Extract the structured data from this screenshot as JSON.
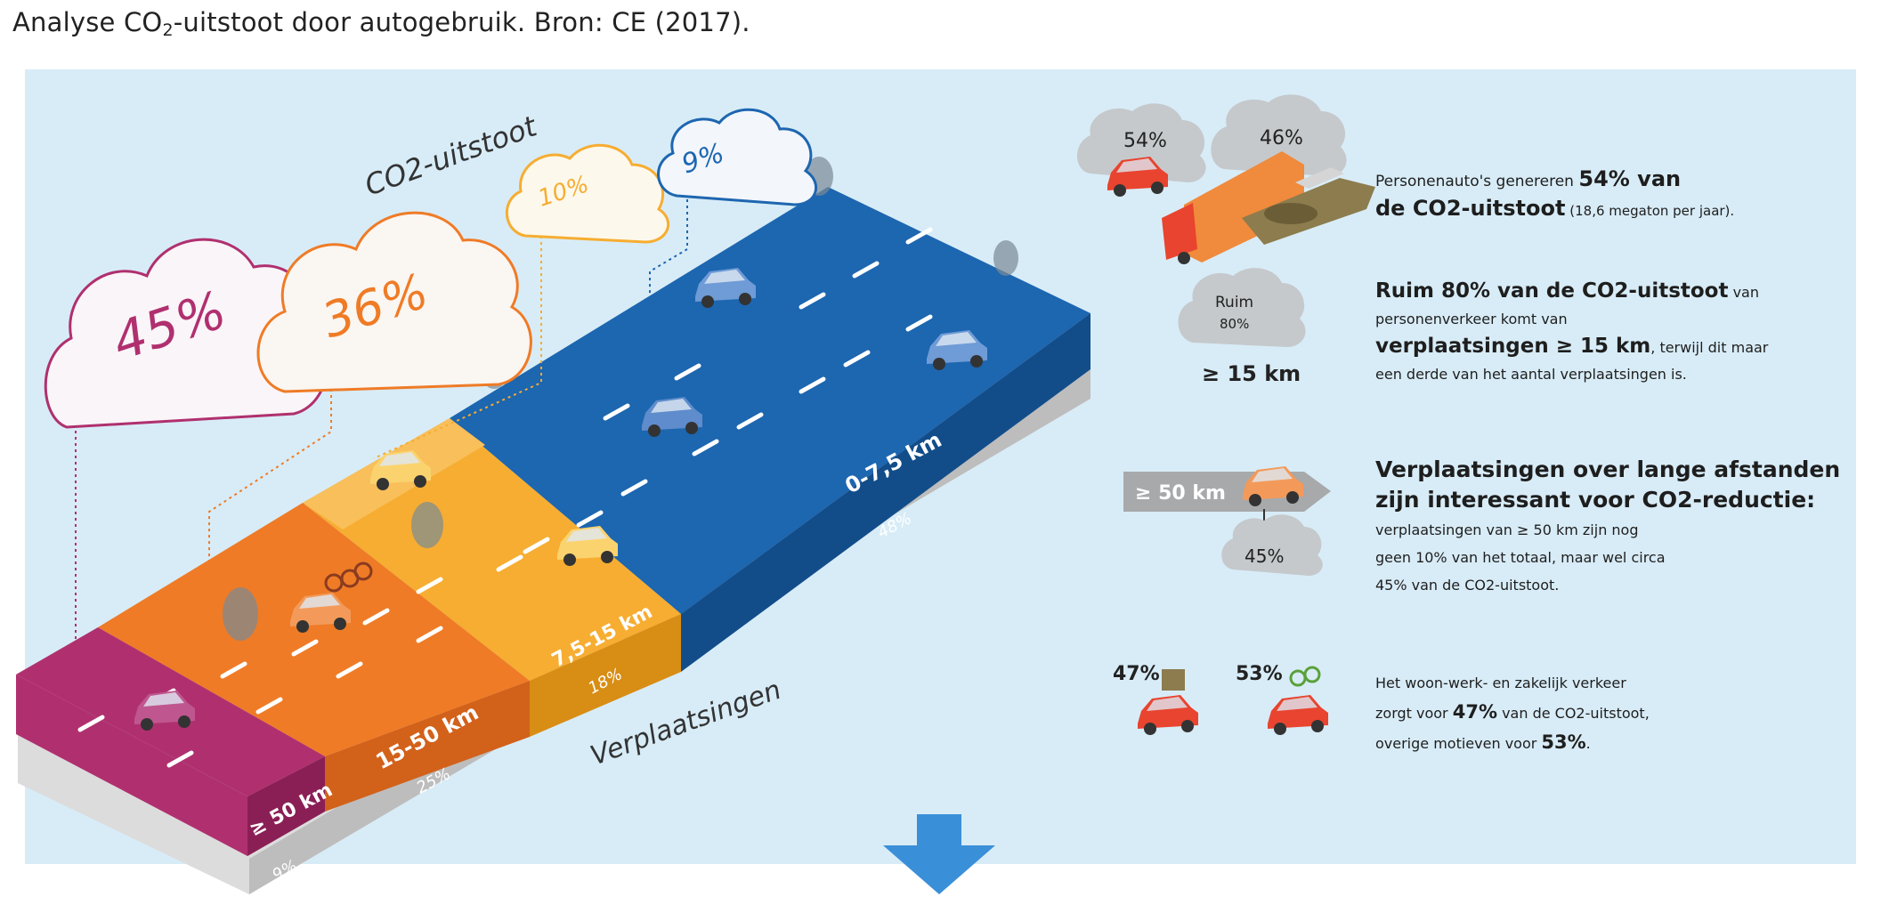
{
  "caption": {
    "before": "Analyse CO",
    "sub": "2",
    "after": "-uitstoot door autogebruik. Bron: CE (2017)."
  },
  "clouds": {
    "title": "CO2-uitstoot",
    "c45": "45%",
    "c36": "36%",
    "c10": "10%",
    "c9": "9%"
  },
  "road": {
    "axis_label": "Verplaatsingen",
    "segments": [
      {
        "label": "≥ 50 km",
        "share": "9%",
        "color": "#b0306f"
      },
      {
        "label": "15-50 km",
        "share": "25%",
        "color": "#ef7b26"
      },
      {
        "label": "7,5-15 km",
        "share": "18%",
        "color": "#f6ad31"
      },
      {
        "label": "0-7,5 km",
        "share": "48%",
        "color": "#1d66b0"
      }
    ]
  },
  "info": {
    "b1": {
      "pct_cars": "54%",
      "pct_other": "46%",
      "line1_a": "Personenauto's genereren ",
      "line1_b": "54% van",
      "line2_a": "de CO2-uitstoot",
      "line2_b": " (18,6 megaton per jaar)."
    },
    "b2": {
      "cloud_l1": "Ruim",
      "cloud_l2": "80%",
      "dist": "≥ 15 km",
      "h_a": "Ruim 80% van de CO2-uitstoot",
      "h_b": " van",
      "l2": "personenverkeer komt van",
      "l3_a": "verplaatsingen ≥ 15 km",
      "l3_b": ", terwijl dit maar",
      "l4": "een derde van het aantal verplaatsingen is."
    },
    "b3": {
      "arrow": "≥ 50 km",
      "pct": "45%",
      "h1": "Verplaatsingen over lange afstanden",
      "h2": "zijn interessant voor CO2-reductie:",
      "l1": "verplaatsingen van ≥ 50 km zijn nog",
      "l2": "geen 10% van het totaal, maar wel circa",
      "l3": "45% van de CO2-uitstoot."
    },
    "b4": {
      "p47": "47%",
      "p53": "53%",
      "l1": "Het woon-werk- en zakelijk verkeer",
      "l2_a": "zorgt voor ",
      "l2_b": "47%",
      "l2_c": " van de CO2-uitstoot,",
      "l3_a": "overige motieven voor ",
      "l3_b": "53%",
      "l3_c": "."
    }
  },
  "colors": {
    "panel": "#d8ecf7",
    "magenta": "#b0306f",
    "orange": "#ef7b26",
    "yellow": "#f6ad31",
    "blue": "#1d66b0",
    "arrow": "#3a8fd9"
  }
}
